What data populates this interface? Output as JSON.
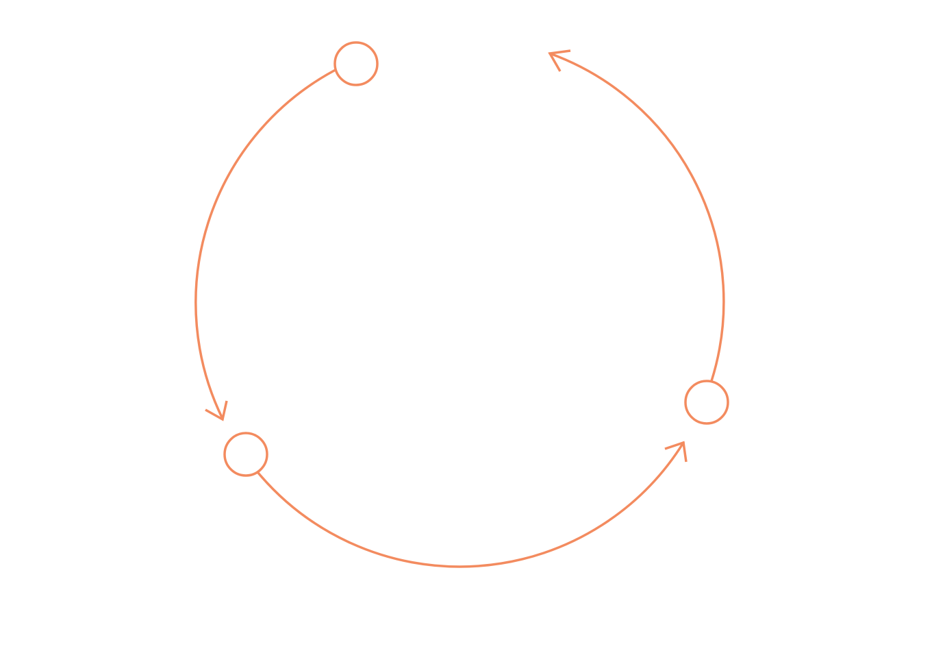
{
  "diagram": {
    "type": "cycle",
    "accent_color": "#F38B5F",
    "nodes": [
      {
        "id": "node-top",
        "label": ""
      },
      {
        "id": "node-right",
        "label": ""
      },
      {
        "id": "node-bottom-left",
        "label": ""
      }
    ],
    "edges": [
      {
        "from": "node-top",
        "to": "node-bottom-left",
        "direction": "counterclockwise"
      },
      {
        "from": "node-bottom-left",
        "to": "node-right",
        "direction": "counterclockwise"
      },
      {
        "from": "node-right",
        "to": "node-top",
        "direction": "counterclockwise"
      }
    ]
  }
}
